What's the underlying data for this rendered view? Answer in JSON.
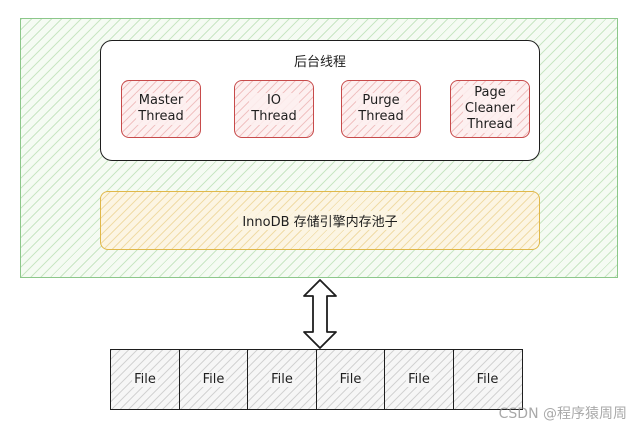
{
  "background_threads": {
    "title": "后台线程",
    "threads": [
      {
        "label": "Master\nThread"
      },
      {
        "label": "IO\nThread"
      },
      {
        "label": "Purge\nThread"
      },
      {
        "label": "Page\nCleaner\nThread"
      }
    ]
  },
  "buffer_pool": {
    "label": "InnoDB 存储引擎内存池子"
  },
  "files": [
    "File",
    "File",
    "File",
    "File",
    "File",
    "File"
  ],
  "watermark": "CSDN @程序猿周周",
  "colors": {
    "outer_border": "#8cc78a",
    "thread_border": "#c74b4b",
    "pool_border": "#e0b84a",
    "stroke": "#1e1e1e"
  }
}
